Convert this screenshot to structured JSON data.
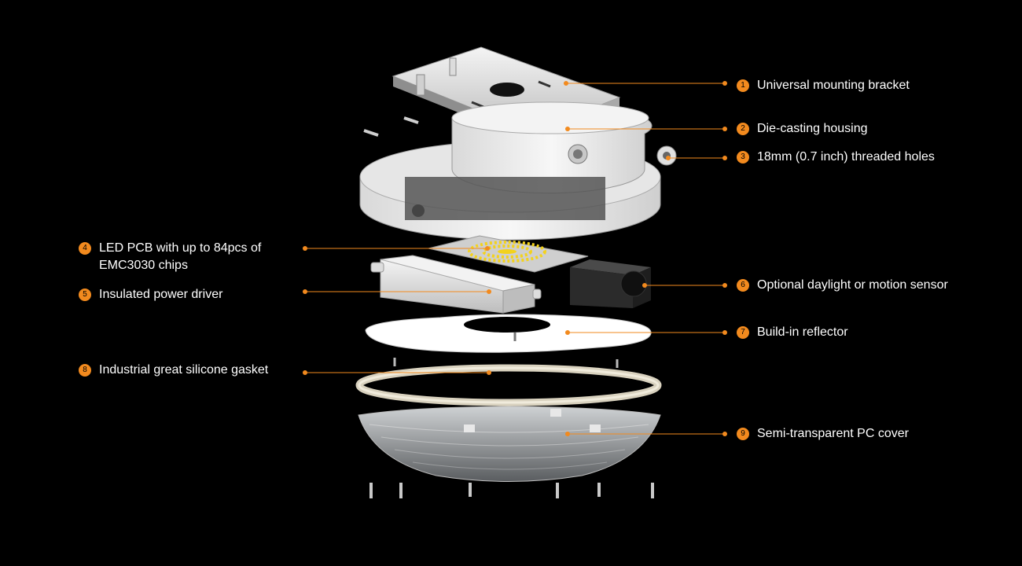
{
  "colors": {
    "background": "#000000",
    "accent": "#f28a1e",
    "text": "#ffffff",
    "leader": "#f28a1e"
  },
  "components": [
    {
      "number": "1",
      "label": "Universal mounting bracket"
    },
    {
      "number": "2",
      "label": "Die-casting housing"
    },
    {
      "number": "3",
      "label": "18mm (0.7 inch) threaded holes"
    },
    {
      "number": "4",
      "label_lines": [
        "LED PCB with up to 84pcs of",
        "EMC3030 chips"
      ]
    },
    {
      "number": "5",
      "label": "Insulated power driver"
    },
    {
      "number": "6",
      "label": "Optional daylight or motion sensor"
    },
    {
      "number": "7",
      "label": "Build-in reflector"
    },
    {
      "number": "8",
      "label": "Industrial great silicone gasket"
    },
    {
      "number": "9",
      "label": "Semi-transparent PC cover"
    }
  ]
}
